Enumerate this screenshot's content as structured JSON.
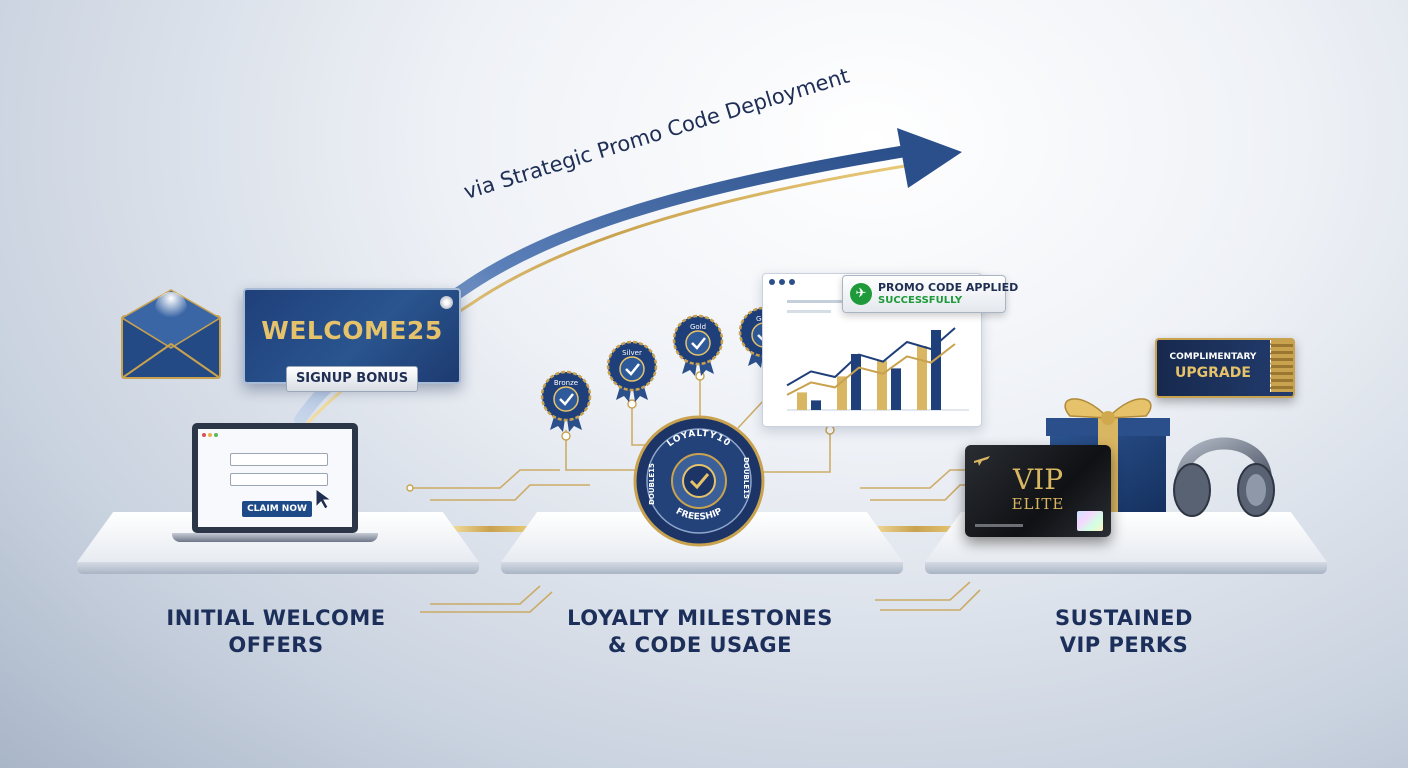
{
  "arrow": {
    "caption": "via Strategic Promo Code Deployment"
  },
  "stages": [
    {
      "line1": "INITIAL WELCOME",
      "line2": "OFFERS"
    },
    {
      "line1": "LOYALTY MILESTONES",
      "line2": "& CODE USAGE"
    },
    {
      "line1": "SUSTAINED",
      "line2": "VIP PERKS"
    }
  ],
  "welcome": {
    "coupon_code": "WELCOME25",
    "signup_tag": "SIGNUP BONUS",
    "claim_button": "CLAIM NOW"
  },
  "loyalty": {
    "badges": [
      "Bronze",
      "Silver",
      "Gold",
      "Gold"
    ],
    "seal_top": "LOYALTY10",
    "seal_left": "DOUBLE15",
    "seal_right": "DOUBLE15",
    "seal_bottom": "FREESHIP",
    "promo_toast_line1": "PROMO CODE APPLIED",
    "promo_toast_line2": "SUCCESSFULLY",
    "chart_bars": [
      {
        "gold": 0.22,
        "navy": 0.12
      },
      {
        "gold": 0.42,
        "navy": 0.7
      },
      {
        "gold": 0.62,
        "navy": 0.52
      },
      {
        "gold": 0.8,
        "navy": 1.0
      }
    ],
    "chart_trend": [
      0.18,
      0.38,
      0.3,
      0.62,
      0.52,
      0.8,
      0.7,
      1.0
    ]
  },
  "vip": {
    "card_title": "VIP",
    "card_subtitle": "ELITE",
    "ticket_line1": "COMPLIMENTARY",
    "ticket_line2": "UPGRADE"
  },
  "colors": {
    "navy": "#1f3f7a",
    "gold": "#d9b662",
    "label_text": "#1c2f5a",
    "success_green": "#1e9a3a"
  }
}
